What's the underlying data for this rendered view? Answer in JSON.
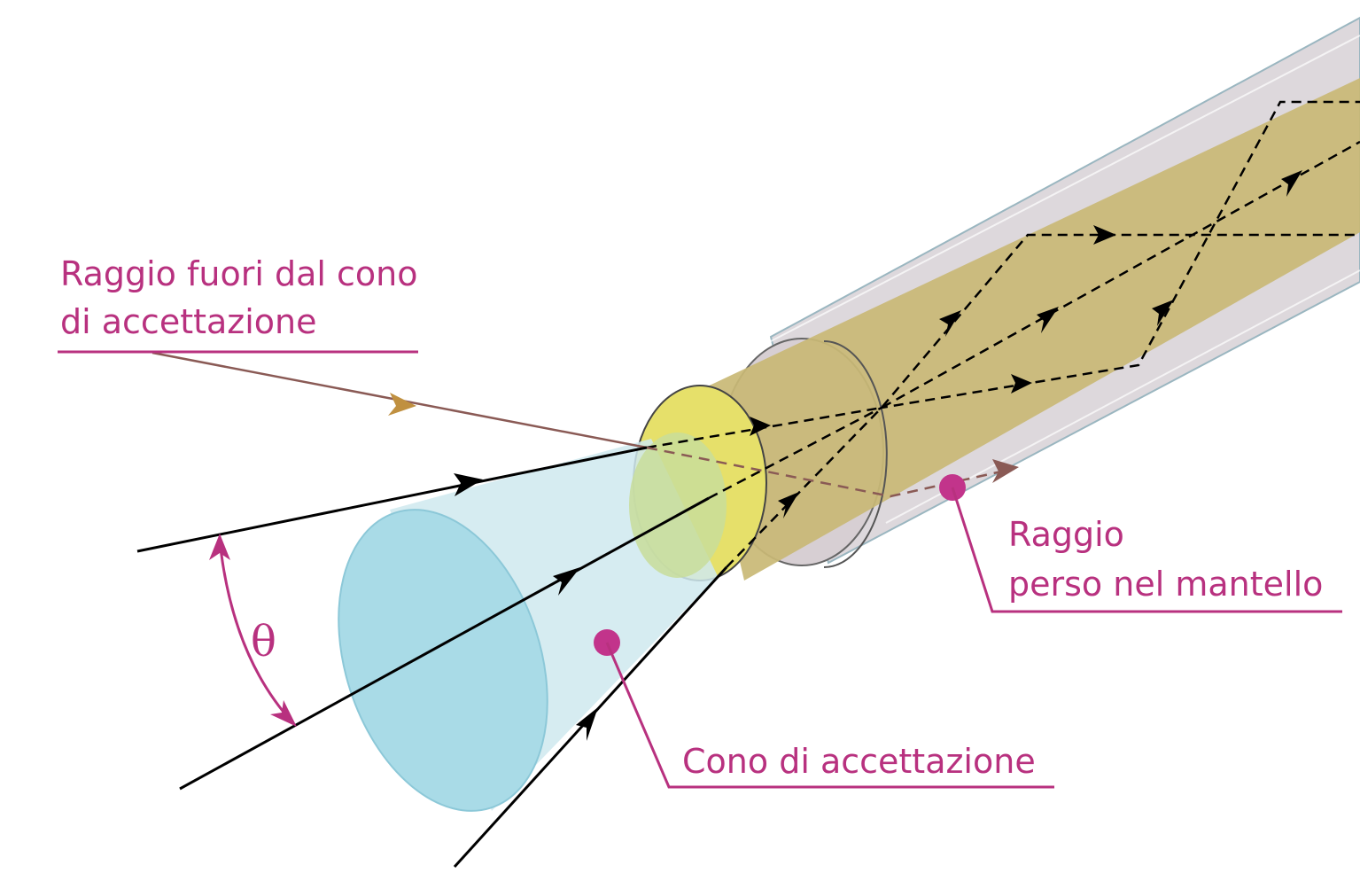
{
  "labels": {
    "ray_outside_line1": "Raggio fuori dal cono",
    "ray_outside_line2": "di accettazione",
    "ray_lost_line1": "Raggio",
    "ray_lost_line2": "perso nel mantello",
    "acceptance_cone": "Cono di accettazione",
    "angle_symbol": "θ"
  },
  "colors": {
    "label_magenta": "#b8317f",
    "cladding": "#d9d4d8",
    "core": "#c9b875",
    "core_face": "#e6e06a",
    "cone": "#a9dbe7",
    "ray": "#000000",
    "lost_ray": "#8a5a55",
    "lost_ray_arrow": "#c09040"
  }
}
